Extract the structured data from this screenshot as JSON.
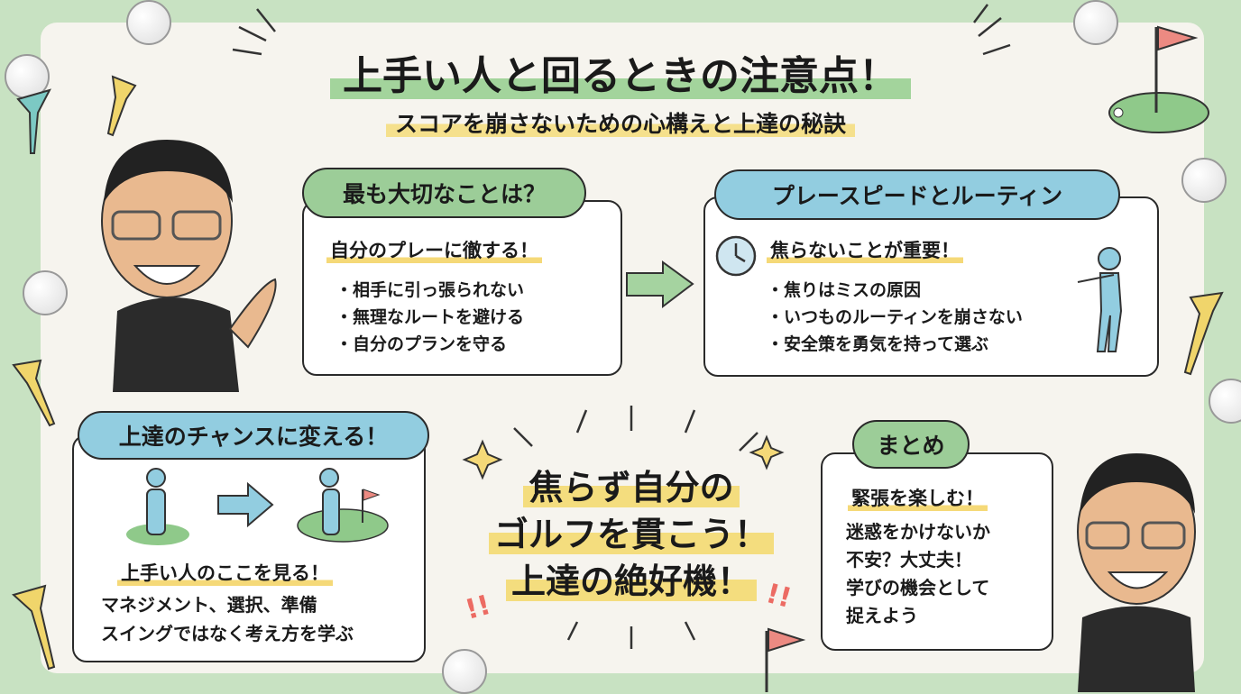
{
  "title": "上手い人と回るときの注意点！",
  "subtitle": "スコアを崩さないための心構えと上達の秘訣",
  "box1": {
    "header": "最も大切なことは？",
    "heading": "自分のプレーに徹する！",
    "bullets": [
      "・相手に引っ張られない",
      "・無理なルートを避ける",
      "・自分のプランを守る"
    ]
  },
  "box2": {
    "header": "プレースピードとルーティン",
    "heading": "焦らないことが重要！",
    "bullets": [
      "・焦りはミスの原因",
      "・いつものルーティンを崩さない",
      "・安全策を勇気を持って選ぶ"
    ]
  },
  "box3": {
    "header": "上達のチャンスに変える！",
    "heading": "上手い人のここを見る！",
    "lines": [
      "マネジメント、選択、準備",
      "スイングではなく考え方を学ぶ"
    ]
  },
  "center": {
    "lines": [
      "焦らず自分の",
      "ゴルフを貫こう！",
      "上達の絶好機！"
    ]
  },
  "box4": {
    "header": "まとめ",
    "heading": "緊張を楽しむ！",
    "lines": [
      "迷惑をかけないか",
      "不安？大丈夫！",
      "学びの機会として",
      "捉えよう"
    ]
  },
  "colors": {
    "green": "#9ccd98",
    "blue": "#92cde0",
    "yellow": "#f5d978",
    "background": "#c8e2c2"
  }
}
